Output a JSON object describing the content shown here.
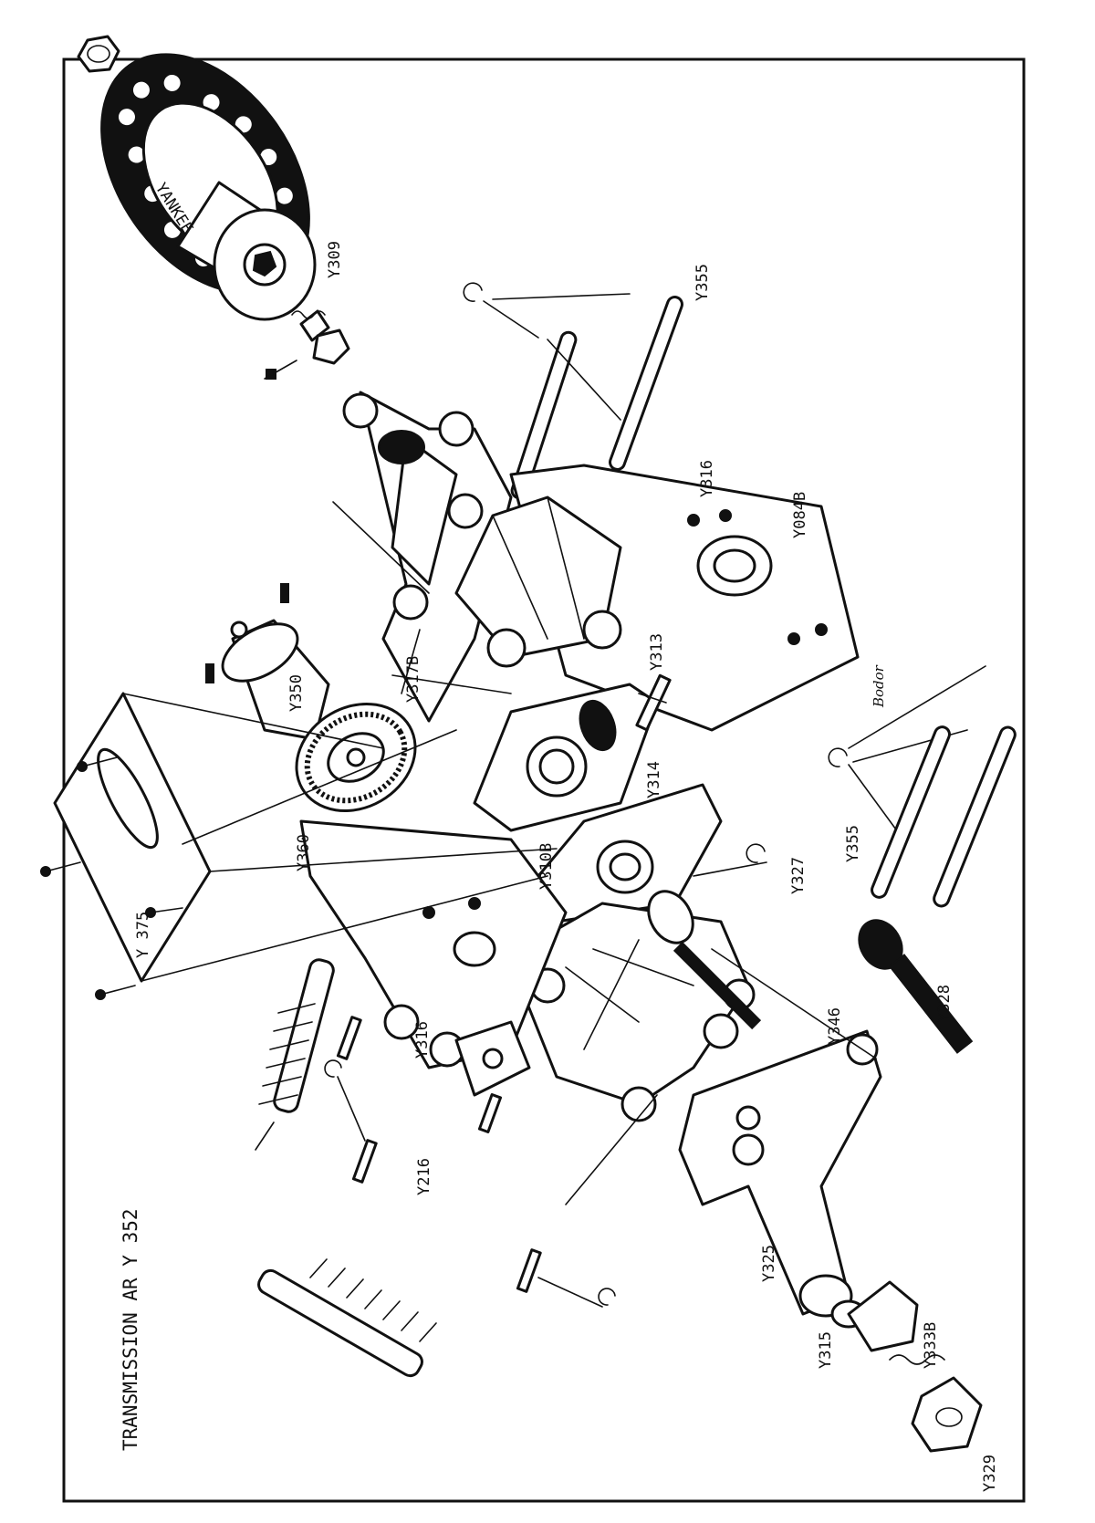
{
  "title": "TRANSMISSION AR   Y 352",
  "signature": "Bodor",
  "tire_text": "YANKEE",
  "parts": {
    "y309": "Y309",
    "y355_top": "Y355",
    "y316_top": "Y316",
    "y084b": "Y084B",
    "y317b": "Y317B",
    "y350": "Y350",
    "y313": "Y313",
    "y314": "Y314",
    "y360": "Y360",
    "y310b": "Y310B",
    "y327": "Y327",
    "y355_bottom": "Y355",
    "y375": "Y 375",
    "y316_bottom": "Y316",
    "y346": "Y346",
    "y328": "Y328",
    "y216": "Y216",
    "y325": "Y325",
    "y315": "Y315",
    "y333b": "Y333B",
    "y329": "Y329"
  }
}
